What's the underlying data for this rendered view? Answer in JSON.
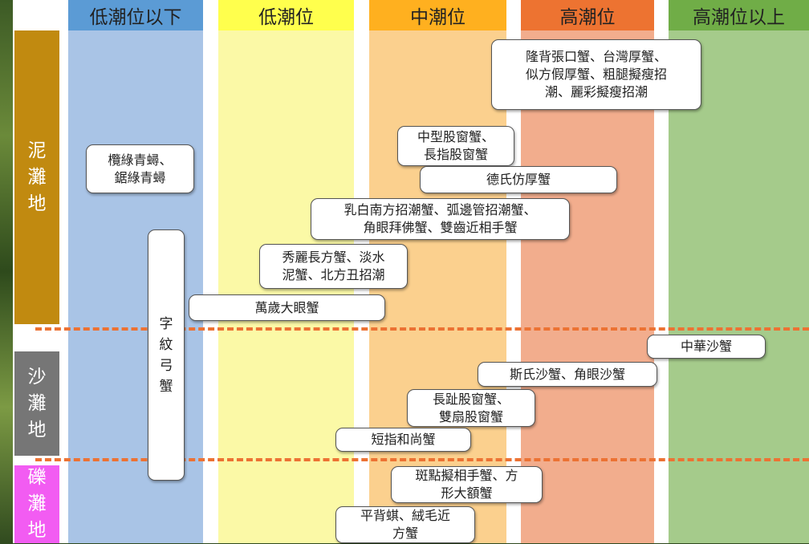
{
  "tide_zones": [
    {
      "name": "低潮位以下",
      "header_color": "#5b9bd5",
      "fill_color": "#a9c4e6"
    },
    {
      "name": "低潮位",
      "header_color": "#ffff4d",
      "fill_color": "#fbf9a6"
    },
    {
      "name": "中潮位",
      "header_color": "#ffb01f",
      "fill_color": "#fbd08e"
    },
    {
      "name": "高潮位",
      "header_color": "#ed7331",
      "fill_color": "#f2ad8d"
    },
    {
      "name": "高潮位以上",
      "header_color": "#70ad47",
      "fill_color": "#a5cb8b"
    }
  ],
  "substrate_zones": [
    {
      "chars": [
        "泥",
        "灘",
        "地"
      ],
      "color": "#c18a10"
    },
    {
      "chars": [
        "沙",
        "灘",
        "地"
      ],
      "color": "#767676"
    },
    {
      "chars": [
        "礫",
        "灘",
        "地"
      ],
      "color": "#f25cf2"
    }
  ],
  "species_labels": [
    {
      "text": "隆背張口蟹、台灣厚蟹、\n似方假厚蟹、粗腿擬瘦招\n潮、麗彩擬瘦招潮"
    },
    {
      "text": "中型股窗蟹、\n長指股窗蟹"
    },
    {
      "text": "德氏仿厚蟹"
    },
    {
      "text": "欖綠青蟳、\n鋸綠青蟳"
    },
    {
      "text": "乳白南方招潮蟹、弧邊管招潮蟹、\n角眼拜佛蟹、雙齒近相手蟹"
    },
    {
      "text": "秀麗長方蟹、淡水\n泥蟹、北方丑招潮"
    },
    {
      "text": "萬歲大眼蟹"
    },
    {
      "text": "字\n紋\n弓\n蟹"
    },
    {
      "text": "中華沙蟹"
    },
    {
      "text": "斯氏沙蟹、角眼沙蟹"
    },
    {
      "text": "長趾股窗蟹、\n雙扇股窗蟹"
    },
    {
      "text": "短指和尚蟹"
    },
    {
      "text": "斑點擬相手蟹、方\n形大額蟹"
    },
    {
      "text": "平背蜞、絨毛近\n方蟹"
    }
  ],
  "colors": {
    "divider": "#ec7233",
    "label_border": "#555555"
  }
}
